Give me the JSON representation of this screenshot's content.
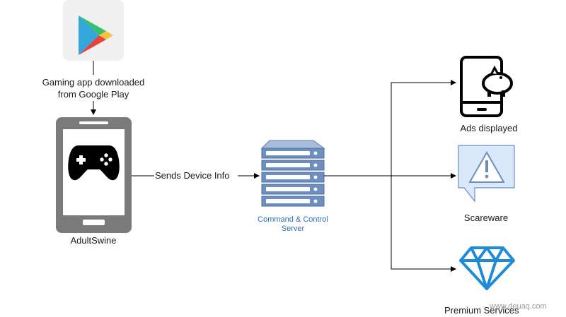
{
  "nodes": {
    "google_play": {
      "icon": "google-play-icon"
    },
    "download_label": {
      "line1": "Gaming app downloaded",
      "line2": "from Google Play"
    },
    "phone": {
      "icon": "gamepad-icon",
      "label": "AdultSwine"
    },
    "send_label": "Sends Device Info",
    "server": {
      "icon": "server-rack-icon",
      "line1": "Command & Control",
      "line2": "Server"
    },
    "ads": {
      "icon": "phone-piggy-bank-icon",
      "label": "Ads displayed"
    },
    "scareware": {
      "icon": "warning-speech-bubble-icon",
      "label": "Scareware"
    },
    "premium": {
      "icon": "diamond-icon",
      "label": "Premium Services"
    }
  },
  "watermark": "www.deuaq.com",
  "colors": {
    "phone_body": "#7a7a7a",
    "server_blue": "#6d8fc0",
    "diamond_blue": "#1f8bd6",
    "warning_fill": "#dae8fc",
    "label_blue": "#2f6cb3"
  }
}
